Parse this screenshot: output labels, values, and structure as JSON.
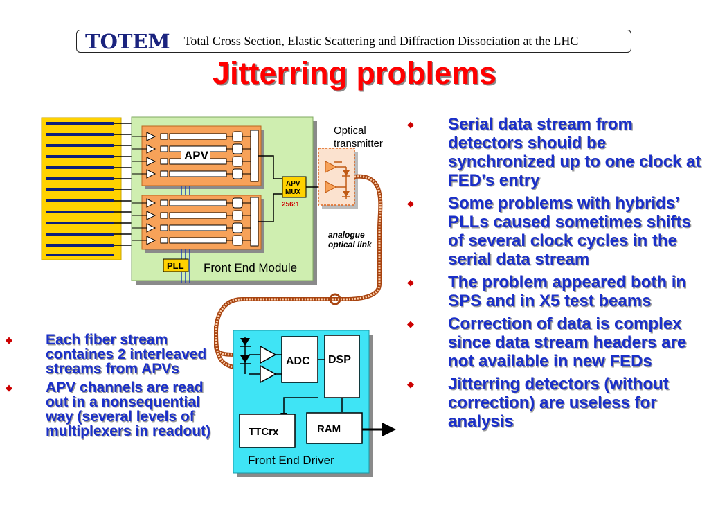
{
  "header": {
    "logo_text": "TOTEM",
    "subtitle": "Total Cross Section, Elastic Scattering and Diffraction Dissociation at the LHC"
  },
  "slide": {
    "title": "Jitterring problems"
  },
  "diagram": {
    "apv_label": "APV",
    "apv_mux_line1": "APV",
    "apv_mux_line2": "MUX",
    "mux_ratio": "256:1",
    "pll_label": "PLL",
    "front_end_module_label": "Front End Module",
    "optical_transmitter_line1": "Optical",
    "optical_transmitter_line2": "transmitter",
    "optical_link_line1": "analogue",
    "optical_link_line2": "optical link",
    "adc_label": "ADC",
    "dsp_label": "DSP",
    "ttcrx_label": "TTCrx",
    "ram_label": "RAM",
    "front_end_driver_label": "Front End Driver"
  },
  "right_bullets": [
    "Serial data stream from detectors shouid be synchronized up to one clock at FED’s entry",
    "Some problems with hybrids’ PLLs caused sometimes shifts of several clock cycles in the serial data stream",
    "The problem appeared both in SPS and in X5 test beams",
    "Correction of data is complex since data stream headers are not available in new FEDs",
    "Jitterring detectors (without correction) are useless for analysis"
  ],
  "left_bullets": [
    "Each fiber stream containes 2 interleaved streams from APVs",
    "APV channels are read out in a nonsequential way (several levels of multiplexers in readout)"
  ],
  "colors": {
    "title": "#ff0000",
    "bullet_text": "#1a2fc9",
    "bullet_marker": "#cc0000",
    "logo": "#1a237e",
    "module_bg": "#cfeeb0",
    "apv_orange": "#f7a259",
    "detector_yellow": "#ffd200",
    "driver_cyan": "#3fe4f5",
    "fiber": "#e0661e"
  }
}
